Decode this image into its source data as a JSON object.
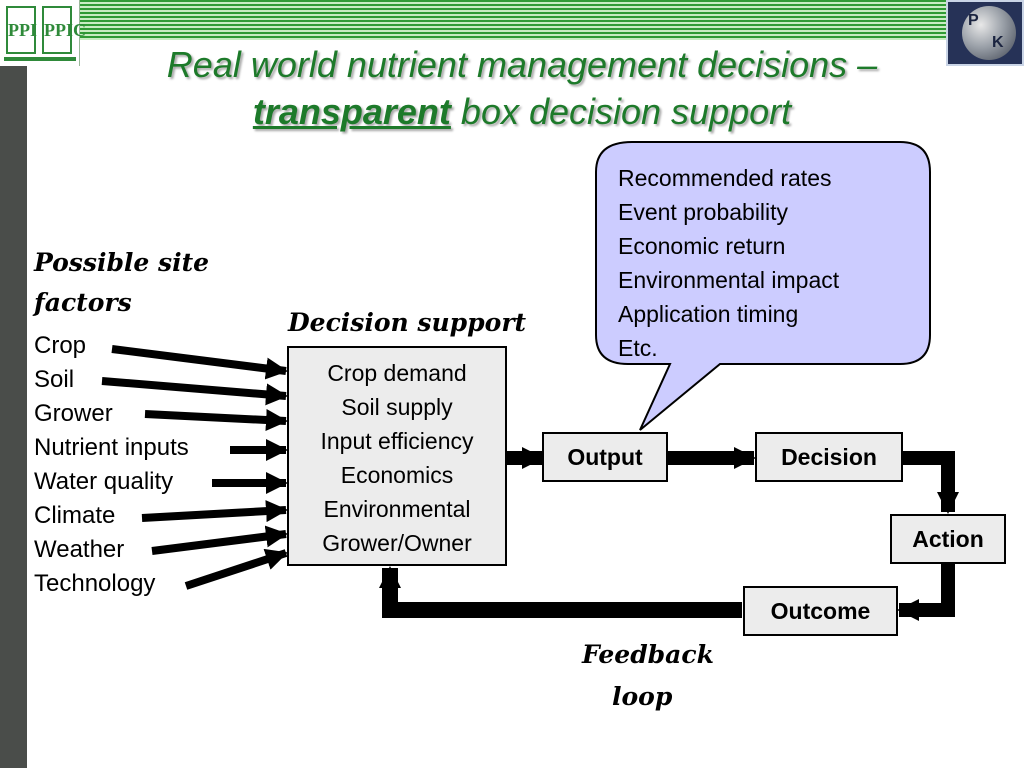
{
  "title": {
    "line1": "Real world nutrient management decisions –",
    "line2_emphasis": "transparent",
    "line2_rest": "box decision support"
  },
  "labels": {
    "site_factors_line1": "Possible site",
    "site_factors_line2": "factors",
    "decision_support": "Decision support",
    "feedback_line1": "Feedback",
    "feedback_line2": "loop"
  },
  "site_factors": [
    "Crop",
    "Soil",
    "Grower",
    "Nutrient inputs",
    "Water quality",
    "Climate",
    "Weather",
    "Technology"
  ],
  "decision_support_items": [
    "Crop demand",
    "Soil supply",
    "Input efficiency",
    "Economics",
    "Environmental",
    "Grower/Owner"
  ],
  "nodes": {
    "output": "Output",
    "decision": "Decision",
    "action": "Action",
    "outcome": "Outcome"
  },
  "callout_items": [
    "Recommended rates",
    "Event probability",
    "Economic return",
    "Environmental impact",
    "Application timing",
    "Etc."
  ],
  "logos": {
    "left_letters": [
      "PPI",
      "PPIC"
    ],
    "right_letters": [
      "P",
      "K"
    ]
  },
  "colors": {
    "title": "#1d7a2a",
    "callout_fill": "#ccccff",
    "box_fill": "#ececec",
    "stripe": "#2f9a35",
    "left_bar": "#4a4d4a"
  }
}
